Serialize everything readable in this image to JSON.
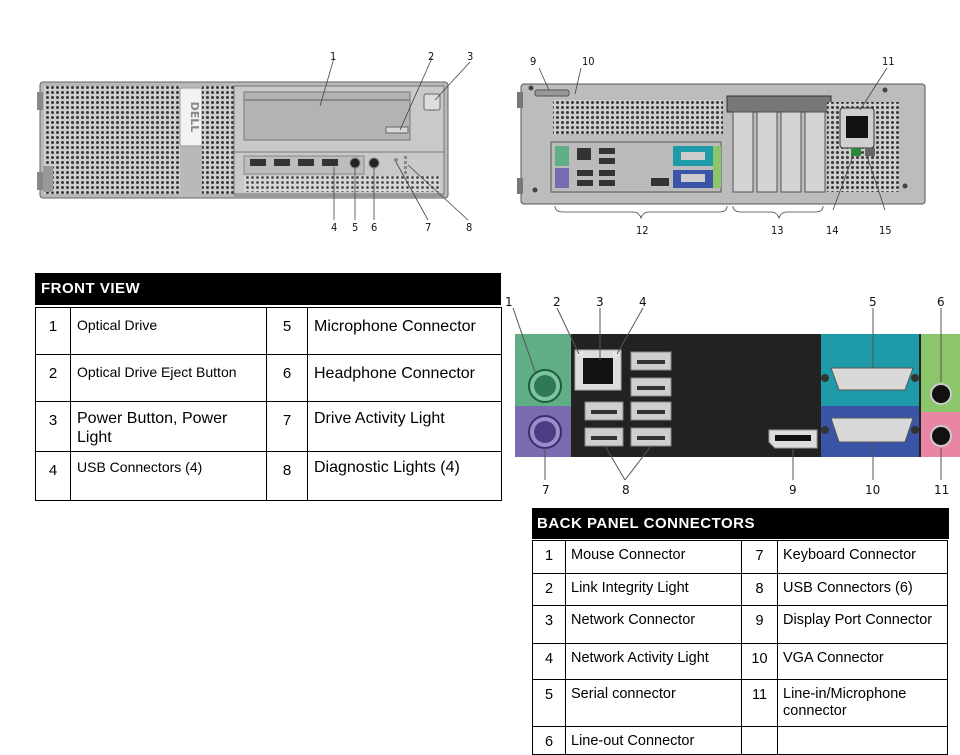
{
  "front": {
    "header": "FRONT VIEW",
    "items": [
      {
        "n": "1",
        "label": "Optical Drive"
      },
      {
        "n": "2",
        "label": "Optical Drive Eject Button"
      },
      {
        "n": "3",
        "label": "Power Button, Power Light"
      },
      {
        "n": "4",
        "label": "USB Connectors (4)"
      },
      {
        "n": "5",
        "label": "Microphone Connector"
      },
      {
        "n": "6",
        "label": "Headphone Connector"
      },
      {
        "n": "7",
        "label": "Drive Activity Light"
      },
      {
        "n": "8",
        "label": "Diagnostic Lights (4)"
      }
    ]
  },
  "back": {
    "header": "BACK PANEL CONNECTORS",
    "items": [
      {
        "n": "1",
        "label": "Mouse Connector"
      },
      {
        "n": "2",
        "label": "Link Integrity Light"
      },
      {
        "n": "3",
        "label": "Network Connector"
      },
      {
        "n": "4",
        "label": "Network Activity Light"
      },
      {
        "n": "5",
        "label": "Serial connector"
      },
      {
        "n": "6",
        "label": "Line-out Connector"
      },
      {
        "n": "7",
        "label": "Keyboard Connector"
      },
      {
        "n": "8",
        "label": "USB Connectors (6)"
      },
      {
        "n": "9",
        "label": "Display Port Connector"
      },
      {
        "n": "10",
        "label": "VGA Connector"
      },
      {
        "n": "11",
        "label": "Line-in/Microphone connector"
      }
    ]
  },
  "diagram_callouts": {
    "front_case": [
      "1",
      "2",
      "3",
      "4",
      "5",
      "6",
      "7",
      "8"
    ],
    "back_case": [
      "9",
      "10",
      "11",
      "12",
      "13",
      "14",
      "15"
    ],
    "panel_closeup": [
      "1",
      "2",
      "3",
      "4",
      "5",
      "6",
      "7",
      "8",
      "9",
      "10",
      "11"
    ]
  },
  "brand_logo": "DELL",
  "colors": {
    "mouse_port": "#5fae86",
    "keyboard_port": "#7a6bb0",
    "serial_port": "#1f9aa8",
    "vga_port": "#3a55a8",
    "line_out_jack": "#8cc56a",
    "line_in_jack": "#e886a4",
    "table_header": "#000000"
  }
}
